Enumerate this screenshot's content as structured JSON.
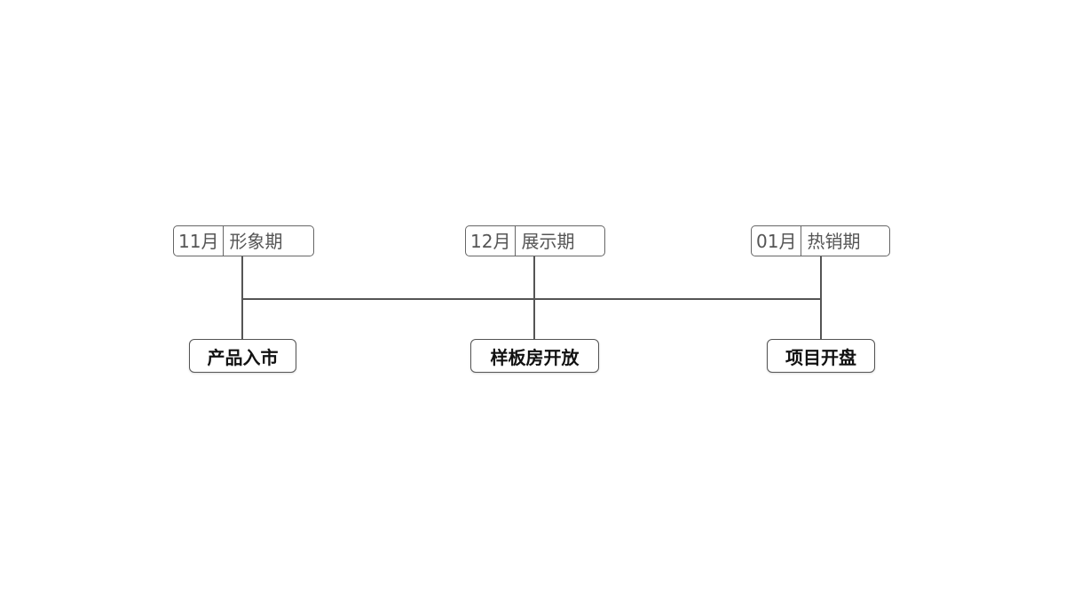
{
  "timeline": {
    "milestones": [
      {
        "month": "11月",
        "phase": "形象期",
        "event": "产品入市"
      },
      {
        "month": "12月",
        "phase": "展示期",
        "event": "样板房开放"
      },
      {
        "month": "01月",
        "phase": "热销期",
        "event": "项目开盘"
      }
    ]
  }
}
